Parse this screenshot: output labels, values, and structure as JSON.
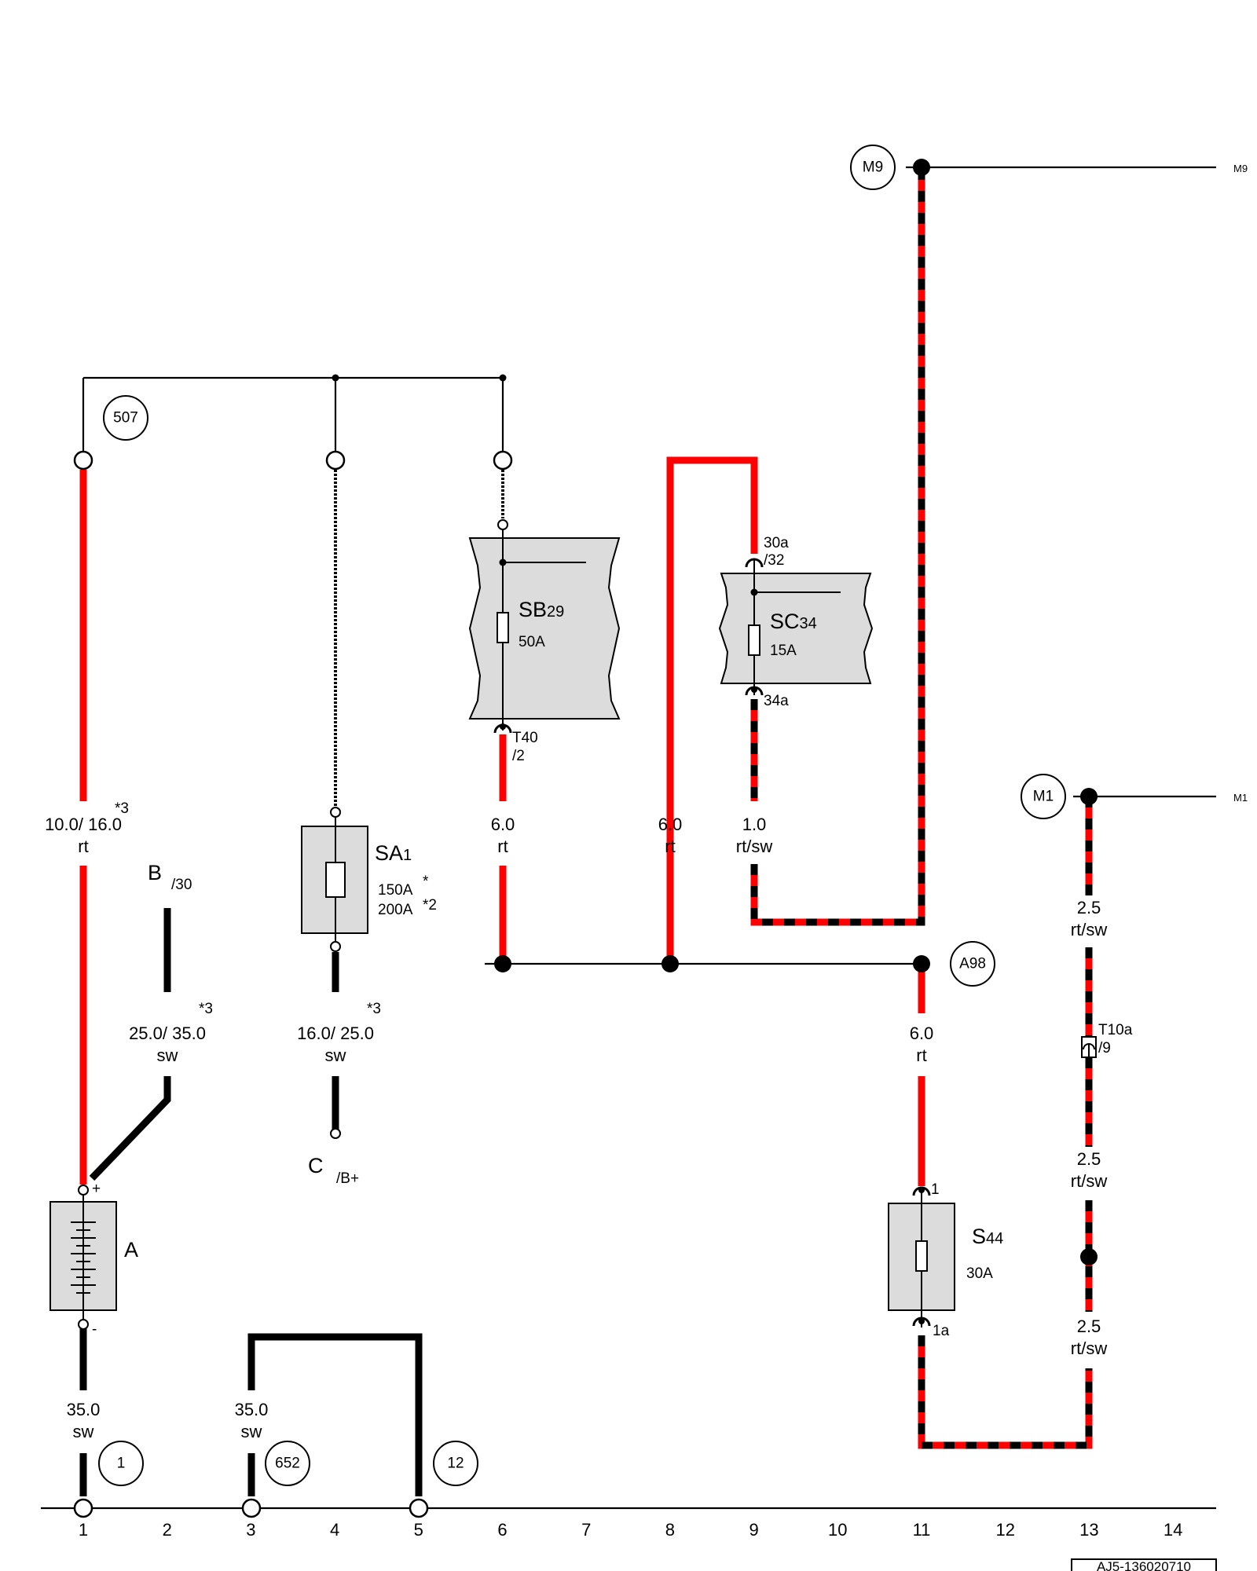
{
  "references": {
    "r507": "507",
    "m9": "M9",
    "m1": "M1",
    "a98": "A98",
    "r1": "1",
    "r652": "652",
    "r12": "12",
    "m9_edge": "M9",
    "m1_edge": "M1"
  },
  "components": {
    "battery": {
      "name": "A",
      "plus": "+",
      "minus": "-"
    },
    "sb": {
      "name": "SB",
      "index": "29",
      "rating": "50A",
      "pin_top": "T40",
      "pin_bot": "/2"
    },
    "sc": {
      "name": "SC",
      "index": "34",
      "rating": "15A",
      "pin_in": "30a",
      "pin_in2": "/32",
      "pin_out": "34a"
    },
    "sa": {
      "name": "SA",
      "index": "1",
      "rating1": "150A",
      "mark1": "*",
      "rating2": "200A",
      "mark2": "*2"
    },
    "s44": {
      "name": "S",
      "index": "44",
      "rating": "30A",
      "pin_in": "1",
      "pin_out": "1a"
    },
    "b": {
      "name": "B",
      "pin": "/30"
    },
    "c": {
      "name": "C",
      "pin": "/B+"
    },
    "t10a": {
      "name": "T10a",
      "pin": "/9"
    }
  },
  "wires": {
    "w1": {
      "size": "10.0/ 16.0",
      "color": "rt",
      "note": "*3"
    },
    "w2": {
      "size": "25.0/ 35.0",
      "color": "sw",
      "note": "*3"
    },
    "w3": {
      "size": "16.0/ 25.0",
      "color": "sw",
      "note": "*3"
    },
    "w4": {
      "size": "6.0",
      "color": "rt"
    },
    "w5": {
      "size": "6.0",
      "color": "rt"
    },
    "w6": {
      "size": "1.0",
      "color": "rt/sw"
    },
    "w7": {
      "size": "6.0",
      "color": "rt"
    },
    "w8": {
      "size": "2.5",
      "color": "rt/sw"
    },
    "w9": {
      "size": "2.5",
      "color": "rt/sw"
    },
    "w10": {
      "size": "2.5",
      "color": "rt/sw"
    },
    "w11": {
      "size": "35.0",
      "color": "sw"
    },
    "w12": {
      "size": "35.0",
      "color": "sw"
    }
  },
  "axis": [
    "1",
    "2",
    "3",
    "4",
    "5",
    "6",
    "7",
    "8",
    "9",
    "10",
    "11",
    "12",
    "13",
    "14"
  ],
  "diagram_id": "AJ5-136020710",
  "colors": {
    "rt": "#ff0000",
    "sw": "#000000",
    "fill": "#dcdcdc"
  }
}
